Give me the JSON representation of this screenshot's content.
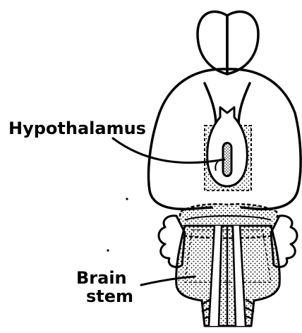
{
  "labels": {
    "hypothalamus": "Hypothalamus",
    "brain_stem_line1": "Brain",
    "brain_stem_line2": "stem"
  },
  "colors": {
    "ink": "#000000",
    "paper": "#ffffff"
  }
}
